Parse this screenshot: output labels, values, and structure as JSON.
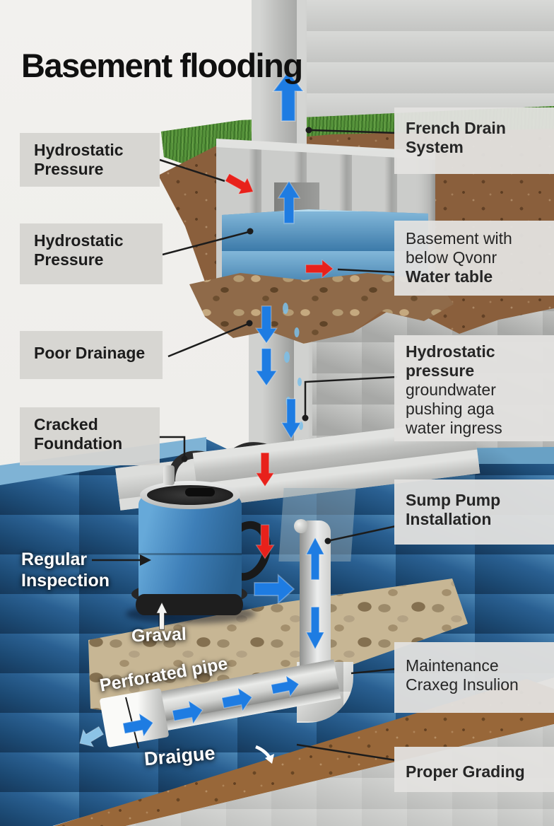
{
  "title": "Basement flooding",
  "left_labels": {
    "hydro1": {
      "line1": "Hydrostatic",
      "line2": "Pressure"
    },
    "hydro2": {
      "line1": "Hydrostatic",
      "line2": "Pressure"
    },
    "poor_drainage": {
      "line1": "Poor Drainage"
    },
    "cracked": {
      "line1": "Cracked",
      "line2": "Foundation"
    }
  },
  "right_labels": {
    "french_drain": {
      "line1": "French Drain",
      "line2": "System"
    },
    "basement": {
      "line1": "Basement with",
      "line2": "below Qvonr",
      "line3": "Water table"
    },
    "hydro": {
      "line1": "Hydrostatic",
      "line2": "pressure",
      "line3": "groundwater",
      "line4": "pushing aga",
      "line5": "water ingress"
    },
    "sump": {
      "line1": "Sump Pump",
      "line2": "Installation"
    },
    "maintenance": {
      "line1": "Maintenance",
      "line2": "Craxeg Insulion"
    },
    "grading": {
      "line1": "Proper Grading"
    }
  },
  "scene_labels": {
    "regular_inspection": {
      "line1": "Regular",
      "line2": "Inspection"
    },
    "gravel": "Graval",
    "perforated_pipe": "Perforated pipe",
    "drainage": "Draigue"
  },
  "colors": {
    "arrow_blue": "#1e7ce2",
    "arrow_red": "#e8211b",
    "label_bg_left": "#d5d4d1",
    "label_bg_right": "#e3e2df",
    "water_light": "#5d9cc8",
    "water_dark": "#1c4a74",
    "grass": "#4a8a30",
    "dirt": "#8a5f3c",
    "concrete": "#c3c4c2"
  }
}
